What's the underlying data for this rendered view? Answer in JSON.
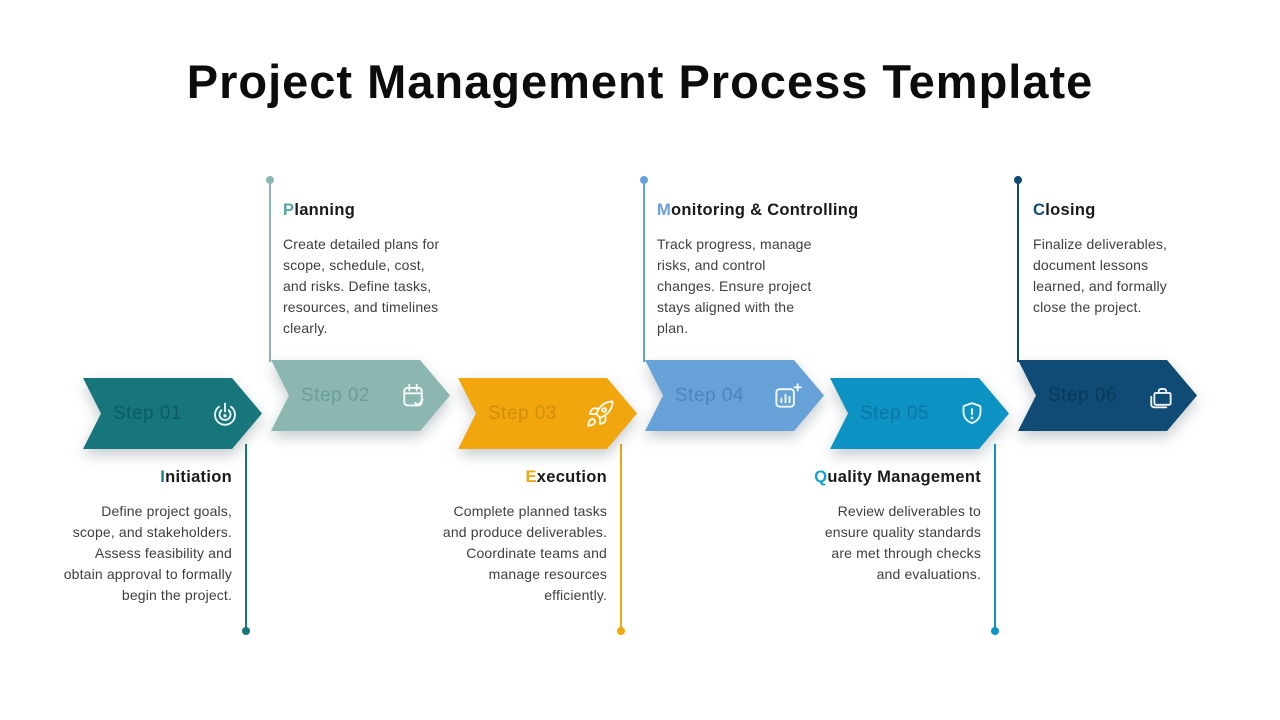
{
  "title": "Project Management Process Template",
  "steps": [
    {
      "label": "Step 01",
      "heading_first": "I",
      "heading_rest": "nitiation",
      "description": "Define project goals, scope, and stakeholders. Assess feasibility and obtain approval to formally begin the project.",
      "color": "#17767B",
      "label_color": "#0B5A60",
      "lead_color": "#1A7F80",
      "icon": "power-alert-icon",
      "detail_position": "below"
    },
    {
      "label": "Step 02",
      "heading_first": "P",
      "heading_rest": "lanning",
      "description": "Create detailed plans for scope, schedule, cost, and risks. Define tasks, resources, and timelines clearly.",
      "color": "#8CB7B1",
      "label_color": "#699B97",
      "lead_color": "#54A59F",
      "icon": "calendar-check-icon",
      "detail_position": "above"
    },
    {
      "label": "Step 03",
      "heading_first": "E",
      "heading_rest": "xecution",
      "description": "Complete planned tasks and produce deliverables. Coordinate teams and manage resources efficiently.",
      "color": "#F2A60E",
      "label_color": "#CC8C08",
      "lead_color": "#F2A60E",
      "icon": "rocket-icon",
      "detail_position": "below"
    },
    {
      "label": "Step 04",
      "heading_first": "M",
      "heading_rest": "onitoring & Controlling",
      "description": "Track progress, manage risks, and control changes. Ensure project stays aligned with the plan.",
      "color": "#66A2D8",
      "label_color": "#4883BA",
      "lead_color": "#66A2D8",
      "icon": "chart-plus-icon",
      "detail_position": "above"
    },
    {
      "label": "Step 05",
      "heading_first": "Q",
      "heading_rest": "uality Management",
      "description": "Review deliverables to ensure quality standards are met through checks and evaluations.",
      "color": "#0D93C3",
      "label_color": "#0A74A0",
      "lead_color": "#0FA0CC",
      "icon": "shield-alert-icon",
      "detail_position": "below"
    },
    {
      "label": "Step 06",
      "heading_first": "C",
      "heading_rest": "losing",
      "description": "Finalize deliverables, document lessons learned, and formally close the project.",
      "color": "#0F4B74",
      "label_color": "#093955",
      "lead_color": "#0F4B74",
      "icon": "briefcase-icon",
      "detail_position": "above"
    }
  ]
}
